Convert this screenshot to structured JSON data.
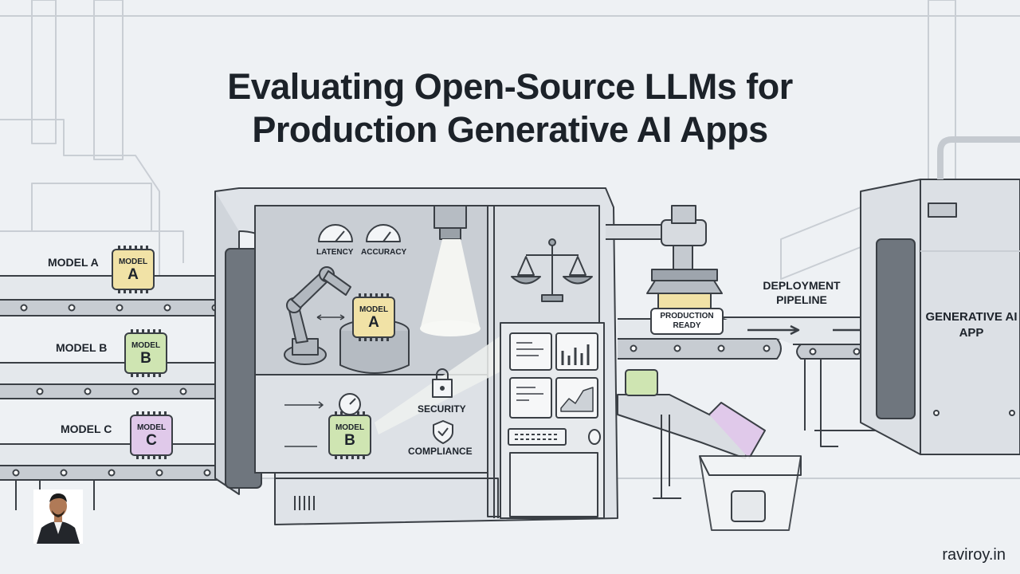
{
  "title": {
    "line1": "Evaluating Open-Source LLMs for",
    "line2": "Production Generative AI Apps"
  },
  "models": [
    {
      "label": "MODEL A",
      "chip_text": "MODEL",
      "chip_letter": "A"
    },
    {
      "label": "MODEL B",
      "chip_text": "MODEL",
      "chip_letter": "B"
    },
    {
      "label": "MODEL C",
      "chip_text": "MODEL",
      "chip_letter": "C"
    }
  ],
  "evaluation": {
    "gauges": [
      "LATENCY",
      "ACCURACY"
    ],
    "arm_chip": {
      "text": "MODEL",
      "letter": "A"
    },
    "test_chip": {
      "text": "MODEL",
      "letter": "B"
    },
    "checks": [
      "SECURITY",
      "COMPLIANCE"
    ]
  },
  "pipeline": {
    "stamp": "PRODUCTION READY",
    "label": "DEPLOYMENT PIPELINE"
  },
  "destination": {
    "label": "GENERATIVE AI APP"
  },
  "footer": {
    "site": "raviroy.in"
  },
  "colors": {
    "model_a": "#f1e2a6",
    "model_b": "#cfe5b2",
    "model_c": "#e0c9ea",
    "background": "#eef1f4"
  }
}
